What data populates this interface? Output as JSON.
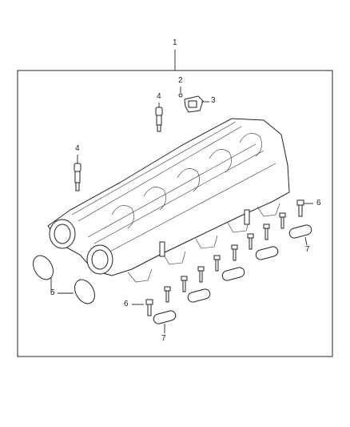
{
  "callouts": {
    "c1": "1",
    "c2": "2",
    "c3": "3",
    "c4a": "4",
    "c4b": "4",
    "c5": "5",
    "c6a": "6",
    "c6b": "6",
    "c7a": "7",
    "c7b": "7"
  }
}
